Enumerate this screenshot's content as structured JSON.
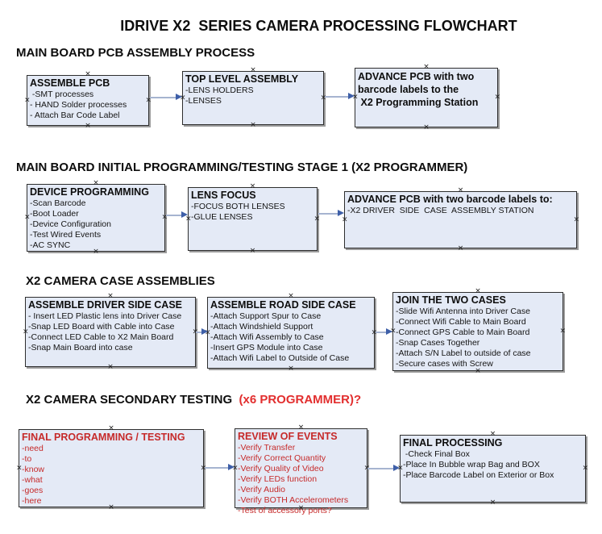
{
  "page_title": "IDRIVE X2  SERIES CAMERA PROCESSING FLOWCHART",
  "icons": {
    "connection_point": "×"
  },
  "colors": {
    "box_fill": "#E4EAF6",
    "box_border": "#2E2E2E",
    "box_shadow": "#9B9B9B",
    "arrow_line": "#A6B4D0",
    "arrow_head": "#3E5FA8",
    "red_text": "#C62A2A",
    "heading_red": "#E22E2E"
  },
  "sections": [
    {
      "heading": "MAIN BOARD PCB ASSEMBLY PROCESS",
      "heading_red": "",
      "boxes": [
        {
          "title": "ASSEMBLE PCB",
          "items": [
            " -SMT processes",
            "- HAND Solder processes",
            "- Attach Bar Code Label"
          ]
        },
        {
          "title": "TOP LEVEL ASSEMBLY",
          "items": [
            "-LENS HOLDERS",
            "-LENSES"
          ]
        },
        {
          "title": "ADVANCE PCB with two\nbarcode labels to the\n X2 Programming Station",
          "items": []
        }
      ]
    },
    {
      "heading": "MAIN BOARD INITIAL PROGRAMMING/TESTING STAGE 1 (X2 PROGRAMMER)",
      "heading_red": "",
      "boxes": [
        {
          "title": "DEVICE PROGRAMMING",
          "items": [
            "-Scan Barcode",
            "-Boot Loader",
            "-Device Configuration",
            "-Test Wired Events",
            "-AC SYNC"
          ]
        },
        {
          "title": "LENS FOCUS",
          "items": [
            "-FOCUS BOTH LENSES",
            "-GLUE LENSES"
          ]
        },
        {
          "title": "ADVANCE PCB with two barcode labels to:",
          "items": [
            "-X2 DRIVER  SIDE  CASE  ASSEMBLY STATION"
          ]
        }
      ]
    },
    {
      "heading": "X2 CAMERA CASE ASSEMBLIES",
      "heading_red": "",
      "boxes": [
        {
          "title": "ASSEMBLE DRIVER SIDE CASE",
          "items": [
            "- Insert LED Plastic lens into Driver Case",
            "-Snap LED Board with Cable into Case",
            "-Connect LED Cable to X2 Main Board",
            "-Snap Main Board into case"
          ]
        },
        {
          "title": "ASSEMBLE ROAD SIDE CASE",
          "items": [
            "-Attach Support Spur to Case",
            "-Attach Windshield Support",
            "-Attach Wifi Assembly to Case",
            "-Insert GPS Module into Case",
            "-Attach Wifi Label to Outside of Case"
          ]
        },
        {
          "title": "JOIN THE TWO CASES",
          "items": [
            "-Slide Wifi Antenna into Driver Case",
            "-Connect Wifi Cable to Main Board",
            "-Connect GPS Cable to Main Board",
            "-Snap Cases Together",
            "-Attach S/N Label to outside of case",
            "-Secure cases with Screw"
          ]
        }
      ]
    },
    {
      "heading": "X2 CAMERA SECONDARY TESTING  ",
      "heading_red": "(x6 PROGRAMMER)?",
      "boxes": [
        {
          "title": "FINAL PROGRAMMING / TESTING",
          "items": [
            "-need",
            "-to",
            "-know",
            "-what",
            "-goes",
            "-here"
          ]
        },
        {
          "title": "REVIEW OF EVENTS",
          "items": [
            "-Verify Transfer",
            "-Verify Correct Quantity",
            "-Verify Quality of Video",
            "-Verify LEDs function",
            "-Verify Audio",
            "-Verify BOTH Accelerometers",
            "-Test of accessory ports?"
          ]
        },
        {
          "title": "FINAL PROCESSING",
          "items": [
            " -Check Final Box",
            "-Place In Bubble wrap Bag and BOX",
            "-Place Barcode Label on Exterior or Box"
          ]
        }
      ]
    }
  ]
}
